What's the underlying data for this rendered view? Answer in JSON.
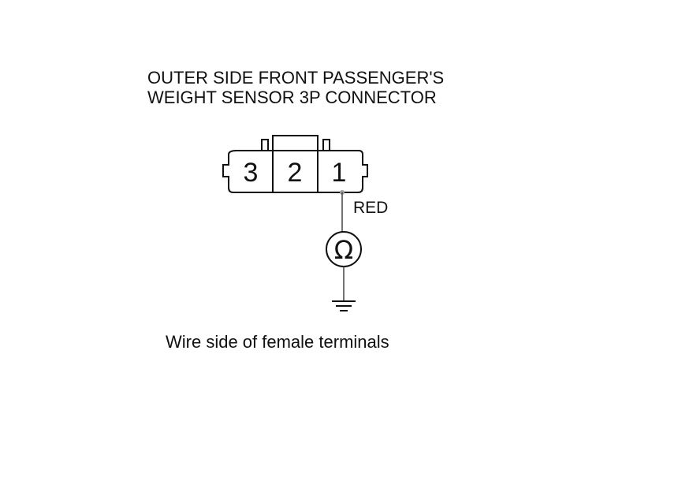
{
  "title": {
    "line1": "OUTER SIDE FRONT PASSENGER'S",
    "line2": "WEIGHT SENSOR 3P CONNECTOR"
  },
  "connector": {
    "pins": [
      "3",
      "2",
      "1"
    ]
  },
  "wire": {
    "color_label": "RED",
    "terminal": "1"
  },
  "meter": {
    "symbol": "Ω",
    "icon": "ohmmeter-icon"
  },
  "ground": {
    "icon": "ground-icon"
  },
  "caption": "Wire side of female terminals"
}
